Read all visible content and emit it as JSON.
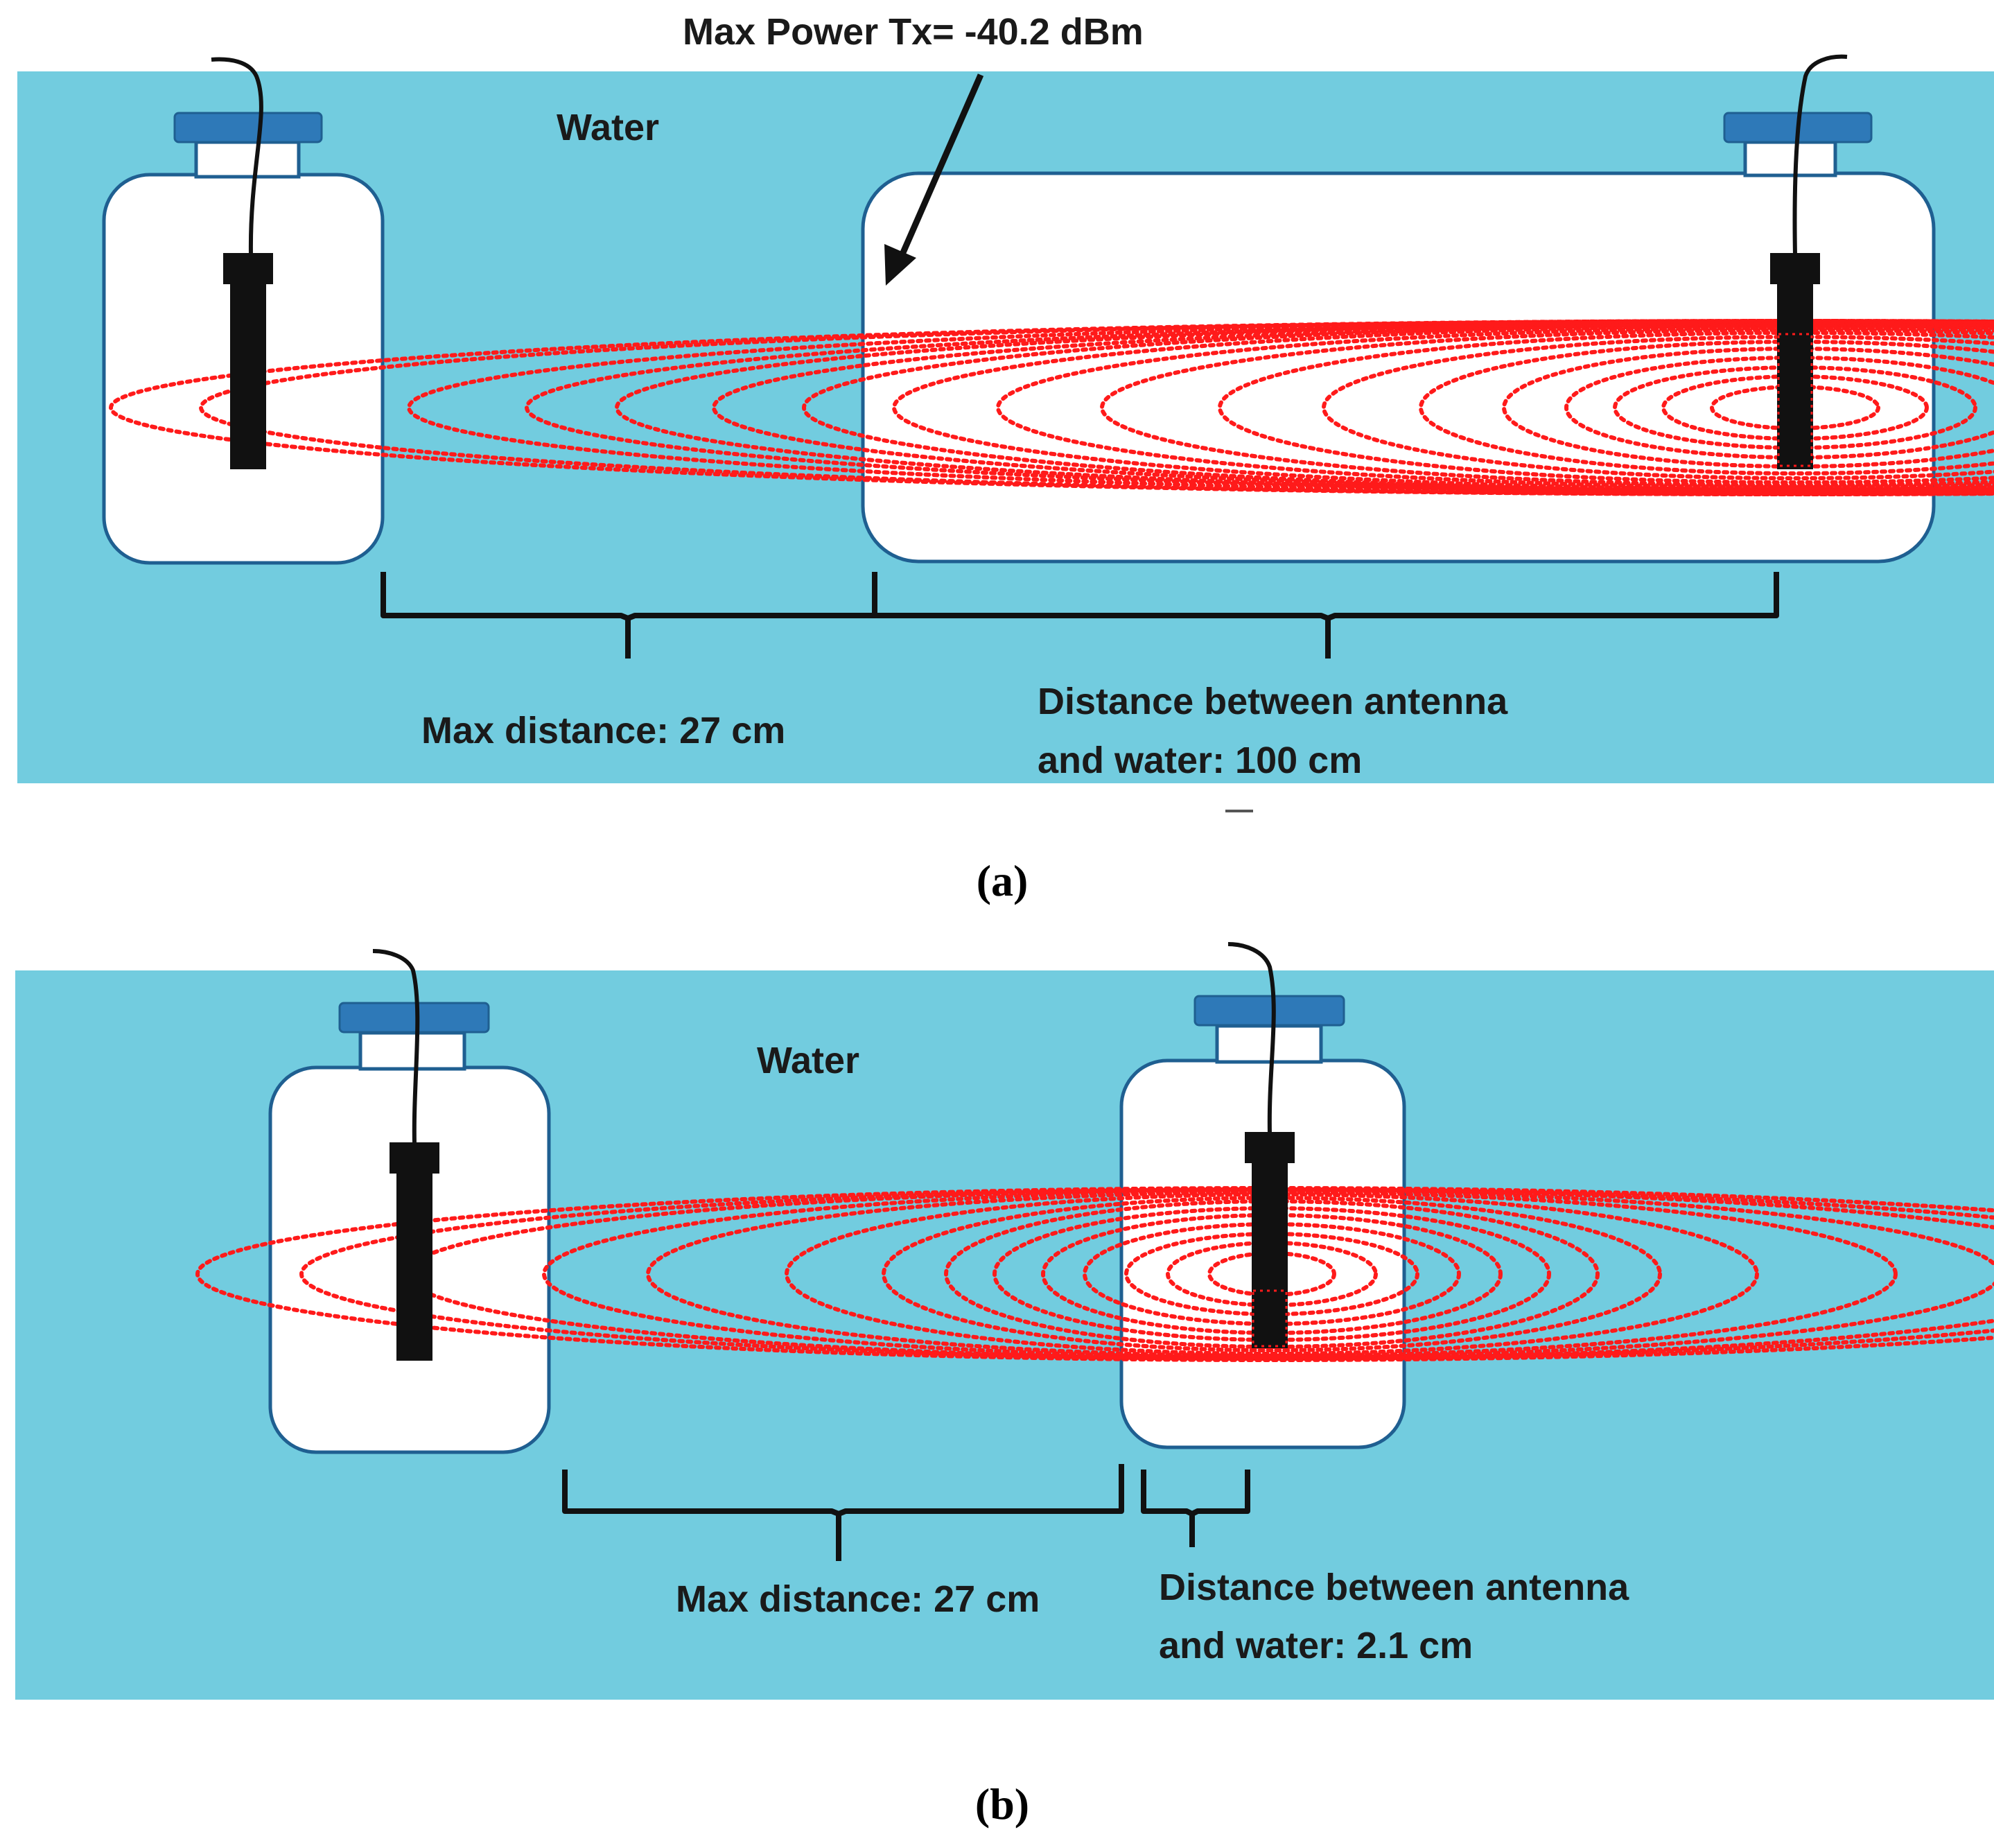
{
  "panel_a": {
    "water_label": "Water",
    "power_label": "Max Power Tx= -40.2  dBm",
    "max_distance_label": "Max distance: 27 cm",
    "antenna_distance_line1": "Distance between antenna",
    "antenna_distance_line2": "and water: 100 cm",
    "caption": "(a)"
  },
  "panel_b": {
    "water_label": "Water",
    "max_distance_label": "Max distance: 27 cm",
    "antenna_distance_line1": "Distance between antenna",
    "antenna_distance_line2": "and water: 2.1 cm",
    "caption": "(b)"
  },
  "colors": {
    "water": "#72ccdf",
    "bottle_fill": "#ffffff",
    "bottle_outline": "#1f5f91",
    "cap": "#2e79b8",
    "probe": "#111111",
    "field_lines": "#ff1a1a"
  }
}
